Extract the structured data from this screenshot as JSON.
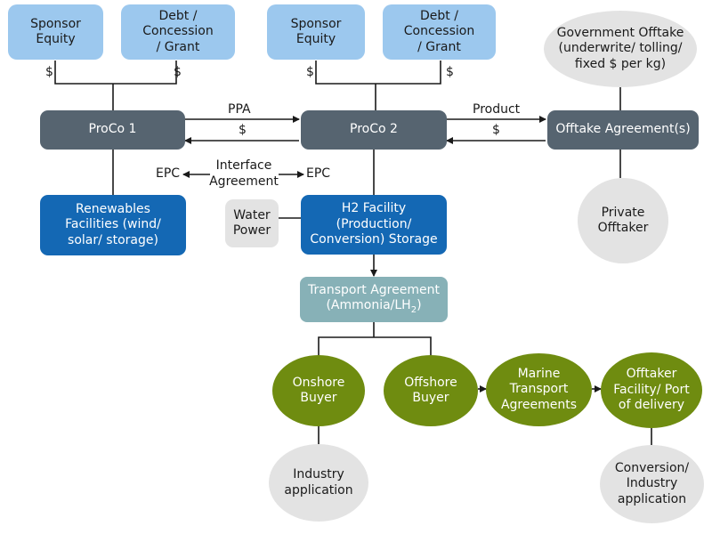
{
  "nodes": {
    "sponsor_equity_1": "Sponsor\nEquity",
    "debt_1": "Debt /\nConcession\n/ Grant",
    "sponsor_equity_2": "Sponsor\nEquity",
    "debt_2": "Debt /\nConcession\n/ Grant",
    "government_offtake": "Government Offtake\n(underwrite/ tolling/\nfixed $ per kg)",
    "proco_1": "ProCo 1",
    "proco_2": "ProCo 2",
    "offtake_agreements": "Offtake Agreement(s)",
    "renewables": "Renewables\nFacilities (wind/\nsolar/ storage)",
    "water_power": "Water\nPower",
    "h2_facility": "H2 Facility\n(Production/\nConversion) Storage",
    "private_offtaker": "Private\nOfftaker",
    "transport_agreement_line1": "Transport Agreement",
    "transport_agreement_line2": "(Ammonia/LH",
    "transport_agreement_sub": "2",
    "transport_agreement_end": ")",
    "onshore_buyer": "Onshore\nBuyer",
    "offshore_buyer": "Offshore\nBuyer",
    "marine_transport": "Marine\nTransport\nAgreements",
    "offtaker_facility": "Offtaker\nFacility/ Port\nof delivery",
    "industry_application": "Industry\napplication",
    "conversion_industry": "Conversion/\nIndustry\napplication"
  },
  "labels": {
    "dollar": "$",
    "ppa": "PPA",
    "product": "Product",
    "epc": "EPC",
    "interface_agreement": "Interface\nAgreement"
  }
}
